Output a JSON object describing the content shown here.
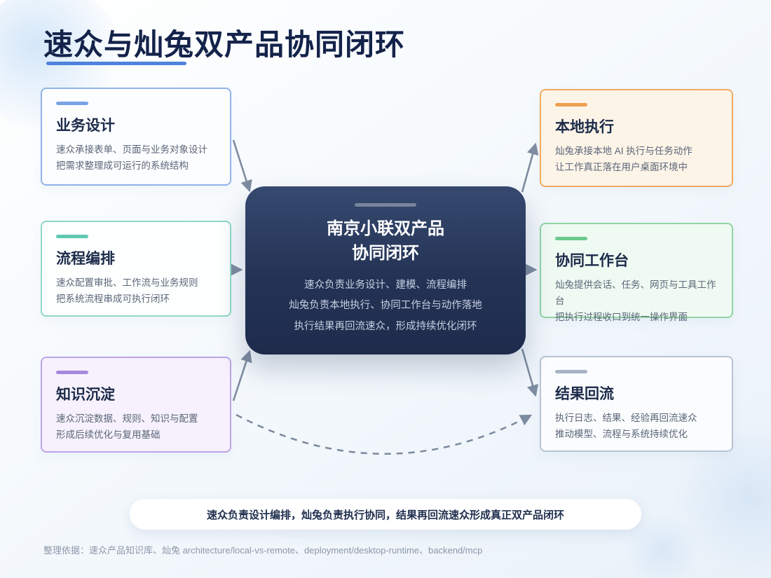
{
  "page": {
    "title": "速众与灿兔双产品协同闭环",
    "banner": "速众负责设计编排，灿兔负责执行协同，结果再回流速众形成真正双产品闭环",
    "footer": "整理依据：速众产品知识库、灿兔 architecture/local-vs-remote、deployment/desktop-runtime、backend/mcp"
  },
  "center": {
    "title_line1": "南京小联双产品",
    "title_line2": "协同闭环",
    "lines": [
      "速众负责业务设计、建模、流程编排",
      "灿兔负责本地执行、协同工作台与动作落地",
      "执行结果再回流速众，形成持续优化闭环"
    ]
  },
  "cards": {
    "left": [
      {
        "title": "业务设计",
        "line1": "速众承接表单、页面与业务对象设计",
        "line2": "把需求整理成可运行的系统结构",
        "accent": "#7aa3e6",
        "border": "#8fb3e8",
        "bg": "#fcfdff"
      },
      {
        "title": "流程编排",
        "line1": "速众配置审批、工作流与业务规则",
        "line2": "把系统流程串成可执行闭环",
        "accent": "#5fc9b1",
        "border": "#8ed9c6",
        "bg": "#fcfffe"
      },
      {
        "title": "知识沉淀",
        "line1": "速众沉淀数据、规则、知识与配置",
        "line2": "形成后续优化与复用基础",
        "accent": "#a688dd",
        "border": "#bda3e6",
        "bg": "#f6f1fc"
      }
    ],
    "right": [
      {
        "title": "本地执行",
        "line1": "灿兔承接本地 AI 执行与任务动作",
        "line2": "让工作真正落在用户桌面环境中",
        "accent": "#ef9f4e",
        "border": "#f2aa60",
        "bg": "#fdf4e8"
      },
      {
        "title": "协同工作台",
        "line1": "灿兔提供会话、任务、网页与工具工作台",
        "line2": "把执行过程收口到统一操作界面",
        "accent": "#6cc88d",
        "border": "#8fd6a4",
        "bg": "#effaf2"
      },
      {
        "title": "结果回流",
        "line1": "执行日志、结果、经验再回流速众",
        "line2": "推动模型、流程与系统持续优化",
        "accent": "#a7b2c4",
        "border": "#b9c3d3",
        "bg": "#fafcfe"
      }
    ]
  },
  "colors": {
    "arrow": "#7e8ca0",
    "underline": "#4e82dc",
    "center_dash": "#8e99af"
  }
}
